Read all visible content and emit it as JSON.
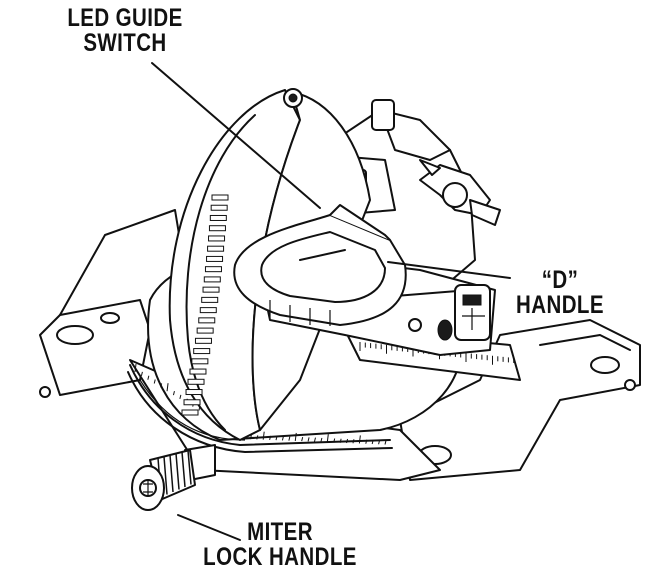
{
  "labels": {
    "led_guide_switch": [
      "LED GUIDE",
      "SWITCH"
    ],
    "d_handle": [
      "“D”",
      "HANDLE"
    ],
    "miter_lock_handle": [
      "MITER",
      "LOCK HANDLE"
    ]
  },
  "colors": {
    "ink": "#111111",
    "paper": "#ffffff",
    "shade": "#d9d9d9"
  }
}
